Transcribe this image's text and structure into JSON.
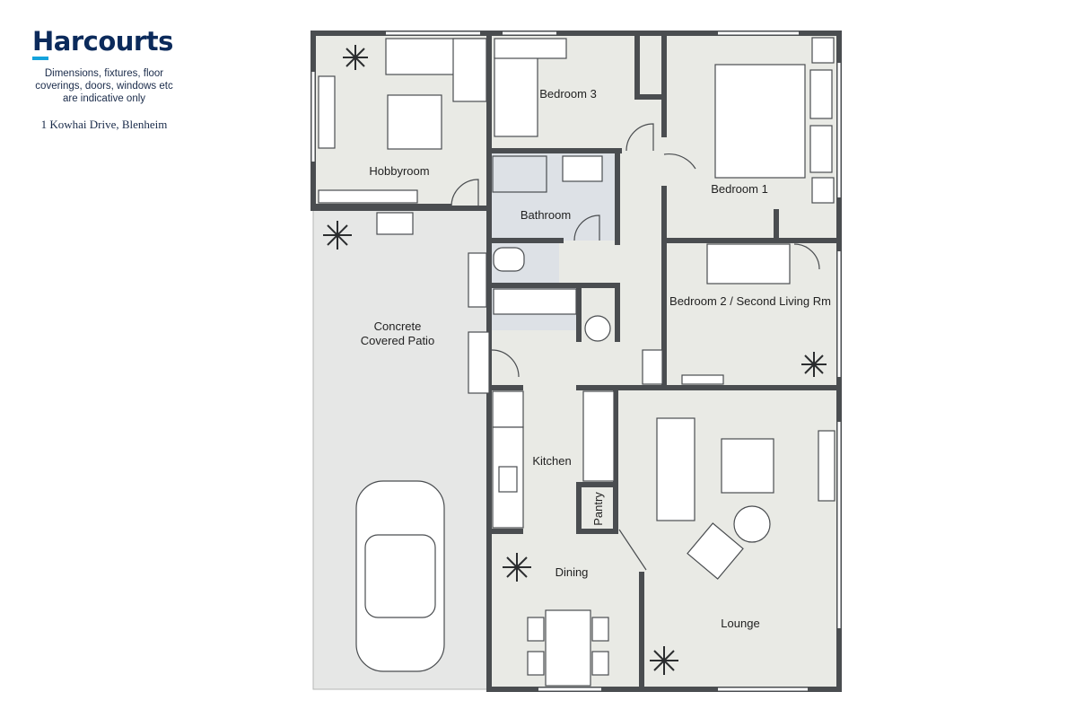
{
  "brand": {
    "logo_text": "Harcourts",
    "disclaimer": "Dimensions, fixtures, floor coverings, doors, windows etc are indicative only",
    "address": "1 Kowhai Drive, Blenheim"
  },
  "rooms": {
    "hobbyroom": "Hobbyroom",
    "bedroom3": "Bedroom 3",
    "bedroom1": "Bedroom 1",
    "bathroom": "Bathroom",
    "bedroom2": "Bedroom 2 / Second Living Rm",
    "patio_line1": "Concrete",
    "patio_line2": "Covered Patio",
    "kitchen": "Kitchen",
    "pantry": "Pantry",
    "dining": "Dining",
    "lounge": "Lounge"
  },
  "colors": {
    "wall": "#4a4d50",
    "floor": "#e9eae5",
    "wet_floor": "#dde1e6",
    "patio": "#e6e7e6",
    "brand": "#0b2a5b",
    "accent": "#14a3dc"
  }
}
